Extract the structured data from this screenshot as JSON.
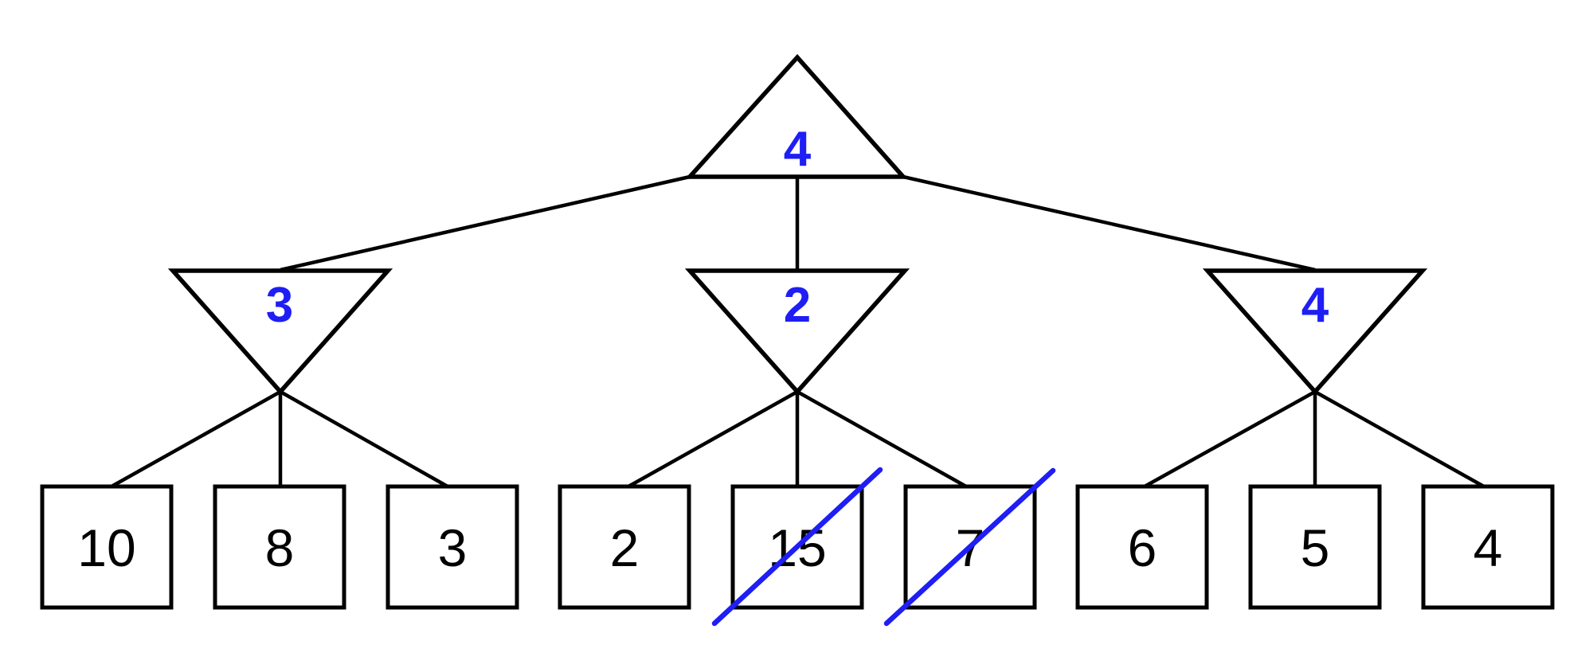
{
  "diagram": {
    "kind": "game-tree",
    "colors": {
      "node_value_blue": "#1e1ef5",
      "prune_slash_blue": "#1e1ef5",
      "line_black": "#000000",
      "background": "#ffffff"
    },
    "root": {
      "shape": "triangle-up",
      "value": "4"
    },
    "min_nodes": [
      {
        "shape": "triangle-down",
        "value": "3"
      },
      {
        "shape": "triangle-down",
        "value": "2"
      },
      {
        "shape": "triangle-down",
        "value": "4"
      }
    ],
    "leaves": [
      {
        "shape": "square",
        "value": "10",
        "pruned": false
      },
      {
        "shape": "square",
        "value": "8",
        "pruned": false
      },
      {
        "shape": "square",
        "value": "3",
        "pruned": false
      },
      {
        "shape": "square",
        "value": "2",
        "pruned": false
      },
      {
        "shape": "square",
        "value": "15",
        "pruned": true
      },
      {
        "shape": "square",
        "value": "7",
        "pruned": true
      },
      {
        "shape": "square",
        "value": "6",
        "pruned": false
      },
      {
        "shape": "square",
        "value": "5",
        "pruned": false
      },
      {
        "shape": "square",
        "value": "4",
        "pruned": false
      }
    ]
  }
}
